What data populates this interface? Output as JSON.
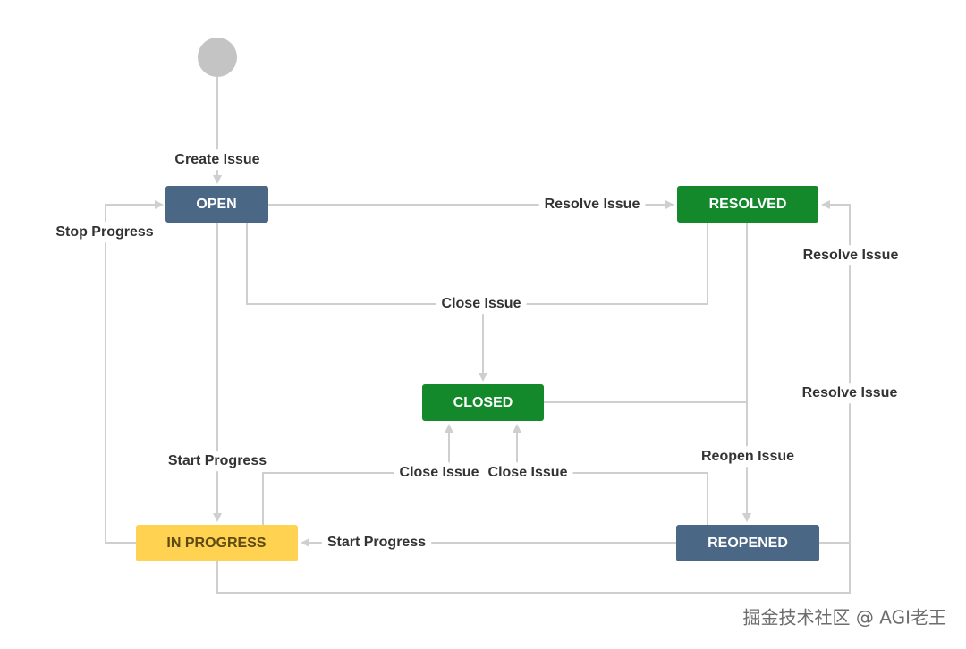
{
  "nodes": {
    "open": {
      "label": "OPEN",
      "color": "#4a6785"
    },
    "resolved": {
      "label": "RESOLVED",
      "color": "#14892c"
    },
    "closed": {
      "label": "CLOSED",
      "color": "#14892c"
    },
    "in_progress": {
      "label": "IN PROGRESS",
      "color": "#ffd351"
    },
    "reopened": {
      "label": "REOPENED",
      "color": "#4a6785"
    }
  },
  "transitions": {
    "create_issue": "Create Issue",
    "resolve_open_resolved": "Resolve Issue",
    "close_open_resolved": "Close Issue",
    "stop_progress": "Stop Progress",
    "start_progress_open": "Start Progress",
    "start_progress_reopened": "Start Progress",
    "close_inprogress": "Close Issue",
    "close_reopened": "Close Issue",
    "reopen_issue": "Reopen Issue",
    "resolve_reopened": "Resolve Issue",
    "resolve_inprogress": "Resolve Issue"
  },
  "colors": {
    "edge": "#cfcfcf",
    "start_node": "#c4c4c4"
  },
  "watermark": "掘金技术社区 @ AGI老王"
}
